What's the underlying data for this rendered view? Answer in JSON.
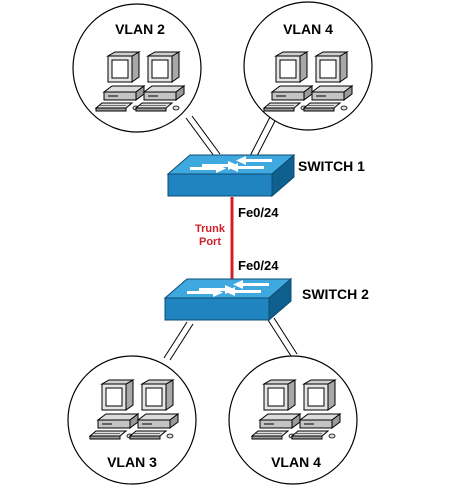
{
  "vlans": {
    "top_left": "VLAN 2",
    "top_right": "VLAN 4",
    "bottom_left": "VLAN 3",
    "bottom_right": "VLAN 4"
  },
  "switches": {
    "switch1": "SWITCH 1",
    "switch2": "SWITCH 2"
  },
  "ports": {
    "upper": "Fe0/24",
    "lower": "Fe0/24"
  },
  "trunk": {
    "line1": "Trunk",
    "line2": "Port",
    "color": "#d0202a"
  },
  "colors": {
    "switch_top": "#3fa9df",
    "switch_front": "#1f84bf",
    "switch_side": "#0f5f8f"
  },
  "icons": {
    "switch": "switch-icon",
    "computer": "computer-icon"
  }
}
